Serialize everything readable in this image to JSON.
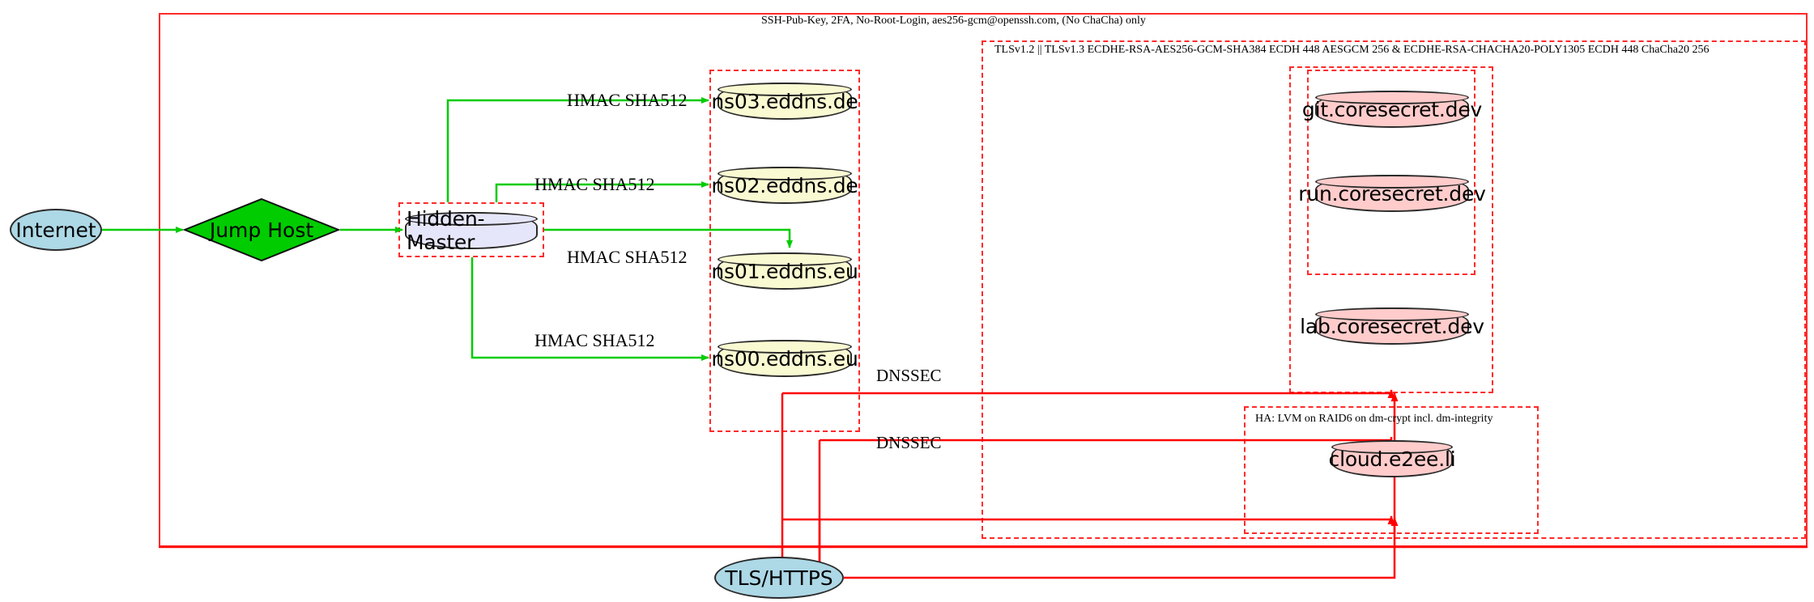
{
  "diagram": {
    "title_labels": {
      "ssh_policy": "SSH-Pub-Key, 2FA, No-Root-Login, aes256-gcm@openssh.com, (No ChaCha) only",
      "tls_policy": "TLSv1.2 || TLSv1.3 ECDHE-RSA-AES256-GCM-SHA384 ECDH 448 AESGCM 256 & ECDHE-RSA-CHACHA20-POLY1305 ECDH 448 ChaCha20 256",
      "ha_policy": "HA: LVM on RAID6 on dm-crypt incl. dm-integrity"
    },
    "nodes": {
      "internet": "Internet",
      "jump_host": "Jump Host",
      "hidden_master": "Hidden-Master",
      "ns03": "ns03.eddns.de",
      "ns02": "ns02.eddns.de",
      "ns01": "ns01.eddns.eu",
      "ns00": "ns00.eddns.eu",
      "git": "git.coresecret.dev",
      "run": "run.coresecret.dev",
      "lab": "lab.coresecret.dev",
      "cloud": "cloud.e2ee.li",
      "tls_https": "TLS/HTTPS"
    },
    "edge_labels": {
      "hmac_ns03": "HMAC SHA512",
      "hmac_ns02": "HMAC SHA512",
      "hmac_ns01": "HMAC SHA512",
      "hmac_ns00": "HMAC SHA512",
      "dnssec_top": "DNSSEC",
      "dnssec_bottom": "DNSSEC"
    },
    "colors": {
      "boundary_red": "#ff2a2a",
      "edge_green": "#00cc00",
      "edge_red": "#ff0000",
      "ellipse_blue": "#add8e6",
      "diamond_green": "#00cc00",
      "db_yellow": "#fafad2",
      "db_lavender": "#e6e6fa",
      "db_pink": "#ffcccb",
      "stroke_dark": "#2b2b2b"
    }
  }
}
